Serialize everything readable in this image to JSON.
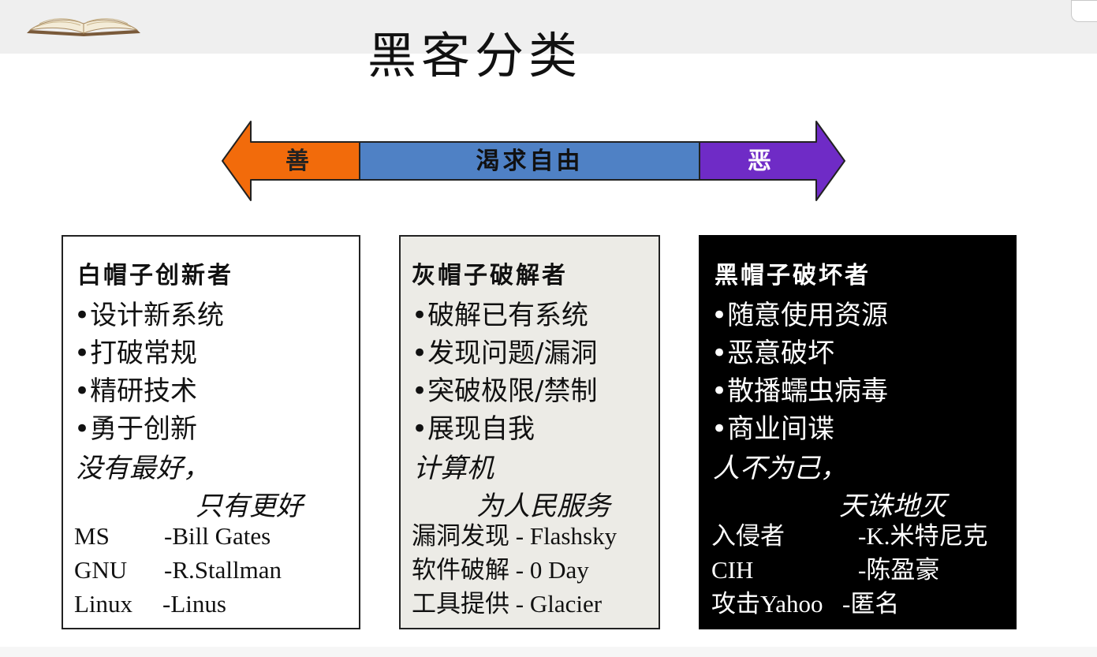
{
  "title": "黑客分类",
  "arrow": {
    "left_label": "善",
    "middle_label": "渴求自由",
    "right_label": "恶",
    "colors": {
      "left": "#f26b0b",
      "middle": "#4f81c5",
      "right": "#6f2bc6"
    }
  },
  "panels": [
    {
      "title": "白帽子创新者",
      "bullets": [
        "设计新系统",
        "打破常规",
        "精研技术",
        "勇于创新"
      ],
      "motto": [
        "没有最好，",
        "只有更好"
      ],
      "credits": [
        {
          "name": "MS",
          "by": "-Bill Gates"
        },
        {
          "name": "GNU",
          "by": "-R.Stallman"
        },
        {
          "name": "Linux",
          "by": "-Linus"
        }
      ]
    },
    {
      "title": "灰帽子破解者",
      "bullets": [
        "破解已有系统",
        "发现问题/漏洞",
        "突破极限/禁制",
        "展现自我"
      ],
      "motto": [
        "计算机",
        "为人民服务"
      ],
      "credits": [
        {
          "name": "漏洞发现",
          "by": "- Flashsky"
        },
        {
          "name": "软件破解",
          "by": "- 0 Day"
        },
        {
          "name": "工具提供",
          "by": "- Glacier"
        }
      ]
    },
    {
      "title": "黑帽子破坏者",
      "bullets": [
        "随意使用资源",
        "恶意破坏",
        "散播蠕虫病毒",
        "商业间谍"
      ],
      "motto": [
        "人不为己，",
        "天诛地灭"
      ],
      "credits": [
        {
          "name": "入侵者",
          "by": "-K.米特尼克"
        },
        {
          "name": "CIH",
          "by": "-陈盈豪"
        },
        {
          "name": "攻击Yahoo",
          "by": "-匿名"
        }
      ]
    }
  ]
}
